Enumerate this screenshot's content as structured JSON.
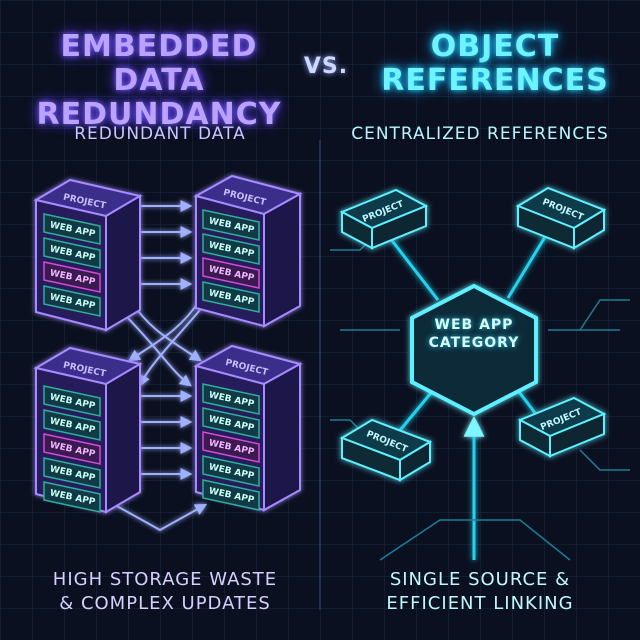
{
  "title_left_line1": "EMBEDDED DATA",
  "title_left_line2": "REDUNDANCY",
  "vs": "VS.",
  "title_right_line1": "OBJECT",
  "title_right_line2": "REFERENCES",
  "left_subtitle": "REDUNDANT DATA",
  "right_subtitle": "CENTRALIZED REFERENCES",
  "left_footer_line1": "HIGH STORAGE WASTE",
  "left_footer_line2": "& COMPLEX UPDATES",
  "right_footer_line1": "SINGLE SOURCE &",
  "right_footer_line2": "EFFICIENT LINKING",
  "project_label": "PROJECT",
  "web_app_label": "WEB APP",
  "hub_line1": "WEB APP",
  "hub_line2": "CATEGORY",
  "colors": {
    "left_accent": "#8b6cff",
    "left_panel_green": "#2fae9a",
    "left_magenta": "#d34bd6",
    "right_accent": "#22d3ee",
    "background": "#0b1020"
  }
}
